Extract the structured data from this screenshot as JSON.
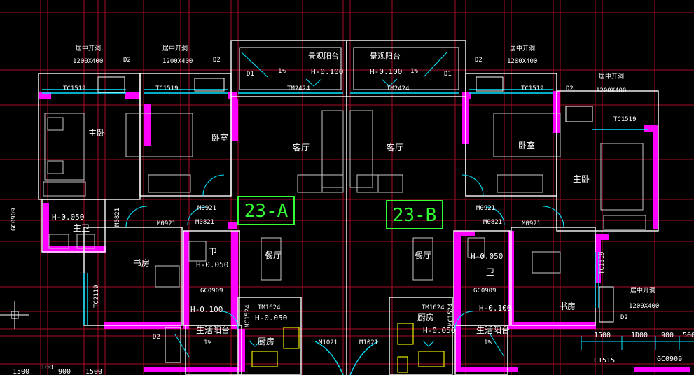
{
  "units": {
    "a": {
      "tag": "23-A"
    },
    "b": {
      "tag": "23-B"
    }
  },
  "left": {
    "opening_note_1": "居中开洞",
    "opening_size_1": "1200X400",
    "opening_note_2": "居中开洞",
    "opening_size_2": "1200X400",
    "d2_top_1": "D2",
    "d2_top_2": "D2",
    "d1": "D1",
    "slope": "1%",
    "balcony": "景观阳台",
    "balcony_h": "H-0.100",
    "tm_balcony": "TM2424",
    "tc_master": "TC1519",
    "tc_bed": "TC1519",
    "master_bedroom": "主卧",
    "bedroom": "卧室",
    "living": "客厅",
    "gc_side": "GC0909",
    "master_bath_h": "H-0.050",
    "master_bath": "主卫",
    "m0821_vert": "M0821",
    "m0921_a": "M0921",
    "m0921_b": "M0921",
    "m0821": "M0821",
    "study": "书房",
    "tc_study": "TC2119",
    "bath": "卫",
    "bath_h": "H-0.050",
    "gc_bath": "GC0909",
    "dining": "餐厅",
    "utility_h": "H-0.100",
    "utility": "生活阳台",
    "utility_slope": "1%",
    "mc_kitchen": "MC1524",
    "tm_kitchen": "TM1624",
    "kitchen_h": "H-0.050",
    "kitchen": "厨房",
    "d2_bottom": "D2",
    "m1021": "M1021"
  },
  "right": {
    "balcony": "景观阳台",
    "balcony_h": "H-0.100",
    "slope": "1%",
    "tm_balcony": "TM2424",
    "d1": "D1",
    "d2_top_1": "D2",
    "opening_note_1": "居中开洞",
    "opening_size_1": "1200X400",
    "opening_note_2": "居中开洞",
    "opening_size_2": "1200X400",
    "d2_top_2": "D2",
    "tc_bed": "TC1519",
    "tc_master": "TC1519",
    "living": "客厅",
    "bedroom": "卧室",
    "master_bedroom": "主卧",
    "m0921_a": "M0921",
    "m0821": "M0821",
    "m0921_b": "M0921",
    "dining": "餐厅",
    "bath_h": "H-0.050",
    "bath": "卫",
    "gc_bath": "GC0909",
    "study": "书房",
    "tc_study": "TC1519",
    "opening_note_3": "居中开洞",
    "opening_size_3": "1200X400",
    "d2_bottom": "D2",
    "tm_kitchen": "TM1624",
    "mc_kitchen": "MC1524",
    "kitchen": "厨房",
    "kitchen_h": "H-0.050",
    "utility_h": "H-0.100",
    "utility": "生活阳台",
    "utility_slope": "1%",
    "m1021": "M1021"
  },
  "dims": {
    "d1500": "1500",
    "d1000": "1D00",
    "d900": "900",
    "d500": "500",
    "c1515": "C1515",
    "gc0909": "GC0909",
    "bl_1500": "1500",
    "bl_100": "100",
    "bl_900": "900",
    "bl_1500b": "1500"
  },
  "colors": {
    "background": "#000000",
    "grid": "#c8102e",
    "wall": "#ff00ff",
    "line": "#ffffff",
    "window": "#00e5ff",
    "furniture": "#c8c8c8",
    "tag": "#33ff33",
    "kitchen_fixture": "#ffff00"
  }
}
